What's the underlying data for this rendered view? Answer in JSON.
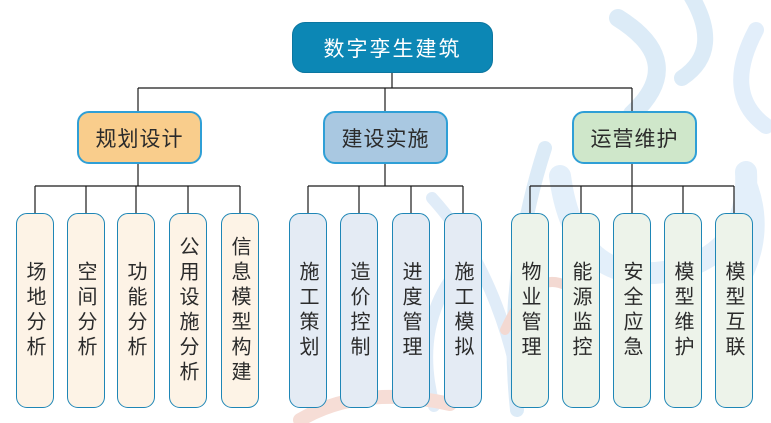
{
  "diagram": {
    "type": "org-tree",
    "tree": {
      "root": {
        "label": "数字孪生建筑"
      },
      "branches": [
        {
          "label": "规划设计",
          "children": [
            "场地分析",
            "空间分析",
            "功能分析",
            "公用设施分析",
            "信息模型构建"
          ]
        },
        {
          "label": "建设实施",
          "children": [
            "施工策划",
            "造价控制",
            "进度管理",
            "施工模拟"
          ]
        },
        {
          "label": "运营维护",
          "children": [
            "物业管理",
            "能源监控",
            "安全应急",
            "模型维护",
            "模型互联"
          ]
        }
      ]
    },
    "colors": {
      "root_fill": "#0c87b5",
      "root_text": "#ffffff",
      "branch_border": "#2f9fd6",
      "planning_fill": "#f9cd8c",
      "construction_fill": "#a9c8e1",
      "operation_fill": "#cfe7ca",
      "planning_leaf_fill": "#fdf3e6",
      "construction_leaf_fill": "#e4ebf4",
      "operation_leaf_fill": "#edf3ea",
      "leaf_border": "#1e86b6",
      "node_text": "#2b2b2b",
      "connector": "#1b1b1b",
      "watermark_blue": "#dcebf7",
      "watermark_pink": "#f6ddd6"
    }
  }
}
